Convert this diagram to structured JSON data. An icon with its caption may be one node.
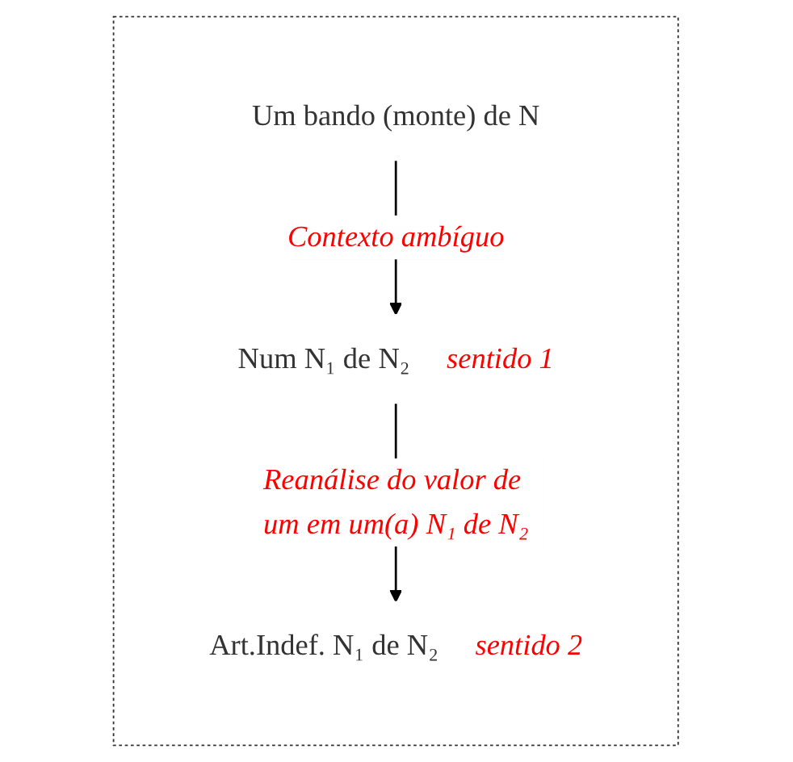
{
  "diagram": {
    "nodes": [
      {
        "text": [],
        "shape": "box"
      },
      {
        "text": [
          "Um bando (monte) de N"
        ],
        "in": 0
      },
      {
        "text": [
          "Num N₁ de N₂",
          "sentido 1"
        ],
        "in": 0
      },
      {
        "text": [
          "Art.Indef. N₁ de N₂",
          "sentido 2"
        ],
        "in": 0
      }
    ],
    "edges": [
      {
        "from": 1,
        "to": 2,
        "arrow": "to",
        "label": "Contexto ambíguo"
      },
      {
        "from": 2,
        "to": 3,
        "arrow": "to",
        "label": "Reanálise do valor de um em um(a) N₁ de N₂"
      }
    ]
  }
}
